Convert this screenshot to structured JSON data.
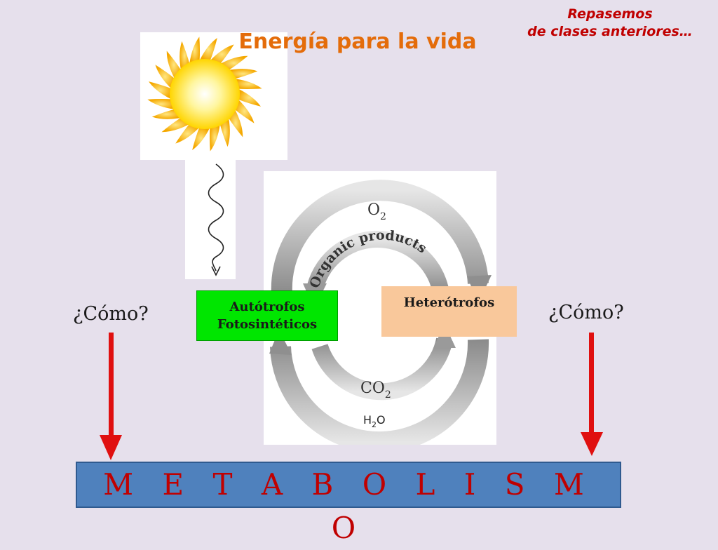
{
  "header": {
    "review_line1": "Repasemos",
    "review_line2": "de clases anteriores…",
    "title": "Energía para la vida"
  },
  "cycle": {
    "o2": "O",
    "o2_sub": "2",
    "organic": "Organic products",
    "co2": "CO",
    "co2_sub": "2",
    "h2o_h": "H",
    "h2o_sub": "2",
    "h2o_o": "O"
  },
  "boxes": {
    "auto_line1": "Autótrofos",
    "auto_line2": "Fotosintéticos",
    "hetero": "Heterótrofos"
  },
  "labels": {
    "como_left": "¿Cómo?",
    "como_right": "¿Cómo?"
  },
  "metabolism": {
    "label": "M E T A B O L I S M O"
  },
  "colors": {
    "background": "#e6e0ec",
    "accent_red": "#c00000",
    "title_orange": "#e46c0a",
    "auto_green": "#00e600",
    "hetero_peach": "#f9c89b",
    "metab_blue": "#4f81bd"
  }
}
